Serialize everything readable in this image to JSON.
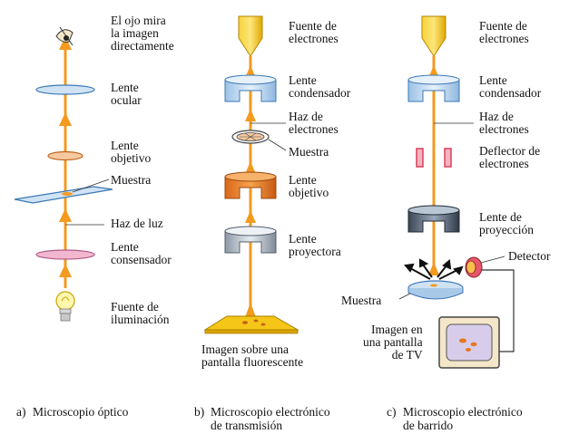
{
  "colors": {
    "beam": "#f39a1f",
    "lens_blue": "#cfe3f5",
    "lens_orange": "#f6c9a0",
    "lens_pink": "#f2b7cf",
    "source_yellow": "#f5c518",
    "deflector": "#d9405a"
  },
  "optical": {
    "eye_label": "El ojo mira\nla imagen\ndirectamente",
    "ocular_label": "Lente\nocular",
    "objective_label": "Lente\nobjetivo",
    "sample_label": "Muestra",
    "light_label": "Haz de luz",
    "condenser_label": "Lente\nconsensador",
    "source_label": "Fuente de\niluminación",
    "caption_letter": "a)",
    "caption": "Microscopio óptico"
  },
  "transmission": {
    "source_label": "Fuente de\nelectrones",
    "condenser_label": "Lente\ncondensador",
    "beam_label": "Haz de\nelectrones",
    "sample_label": "Muestra",
    "objective_label": "Lente\nobjetivo",
    "projector_label": "Lente\nproyectora",
    "screen_label": "Imagen sobre una\npantalla fluorescente",
    "caption_letter": "b)",
    "caption": "Microscopio electrónico\nde transmisión"
  },
  "scanning": {
    "source_label": "Fuente de\nelectrones",
    "condenser_label": "Lente\ncondensador",
    "beam_label": "Haz de\nelectrones",
    "deflector_label": "Deflector de\nelectrones",
    "projection_label": "Lente de\nproyección",
    "detector_label": "Detector",
    "sample_label": "Muestra",
    "tv_label": "Imagen en\nuna pantalla\nde TV",
    "caption_letter": "c)",
    "caption": "Microscopio electrónico\nde barrido"
  }
}
